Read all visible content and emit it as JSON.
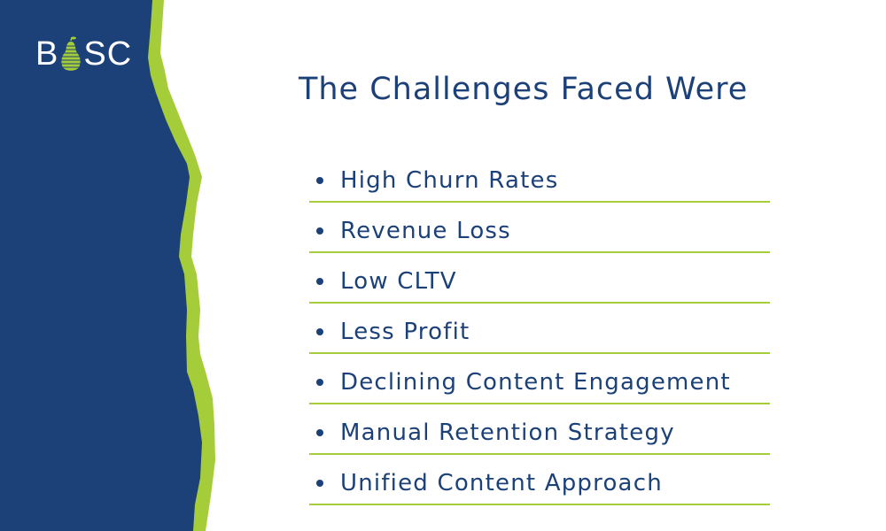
{
  "logo": {
    "text_left": "B",
    "text_right": "SC",
    "name": "BOSC"
  },
  "title": "The Challenges Faced Were",
  "challenges": [
    "High Churn Rates",
    "Revenue Loss",
    "Low CLTV",
    "Less Profit",
    "Declining Content Engagement",
    "Manual Retention Strategy",
    "Unified Content Approach"
  ],
  "colors": {
    "navy": "#1c4179",
    "green": "#a4cd39"
  }
}
